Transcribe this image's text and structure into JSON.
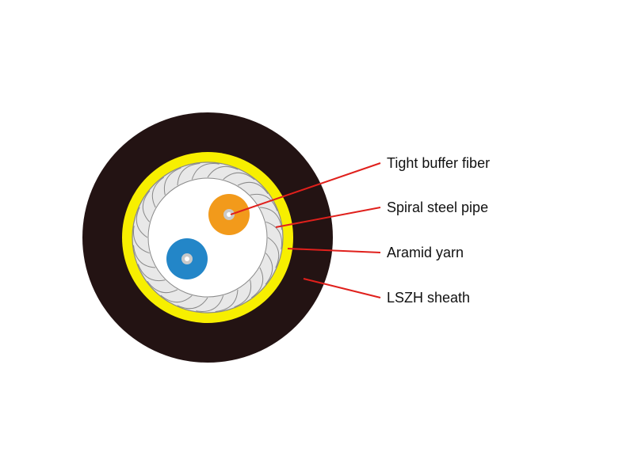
{
  "diagram": {
    "labels": [
      "Tight buffer fiber",
      "Spiral steel pipe",
      "Aramid yarn",
      "LSZH sheath"
    ]
  },
  "colors": {
    "sheath": "#231313",
    "aramid_yarn": "#f7ef00",
    "steel_pipe_fill": "#e8e8e8",
    "steel_pipe_stroke": "#8a8a8a",
    "inner_core": "#ffffff",
    "fiber_orange": "#f29a1b",
    "fiber_blue": "#2386c8",
    "fiber_core": "#c9c9c9",
    "leader_line": "#e0201c",
    "label_text": "#111111"
  }
}
